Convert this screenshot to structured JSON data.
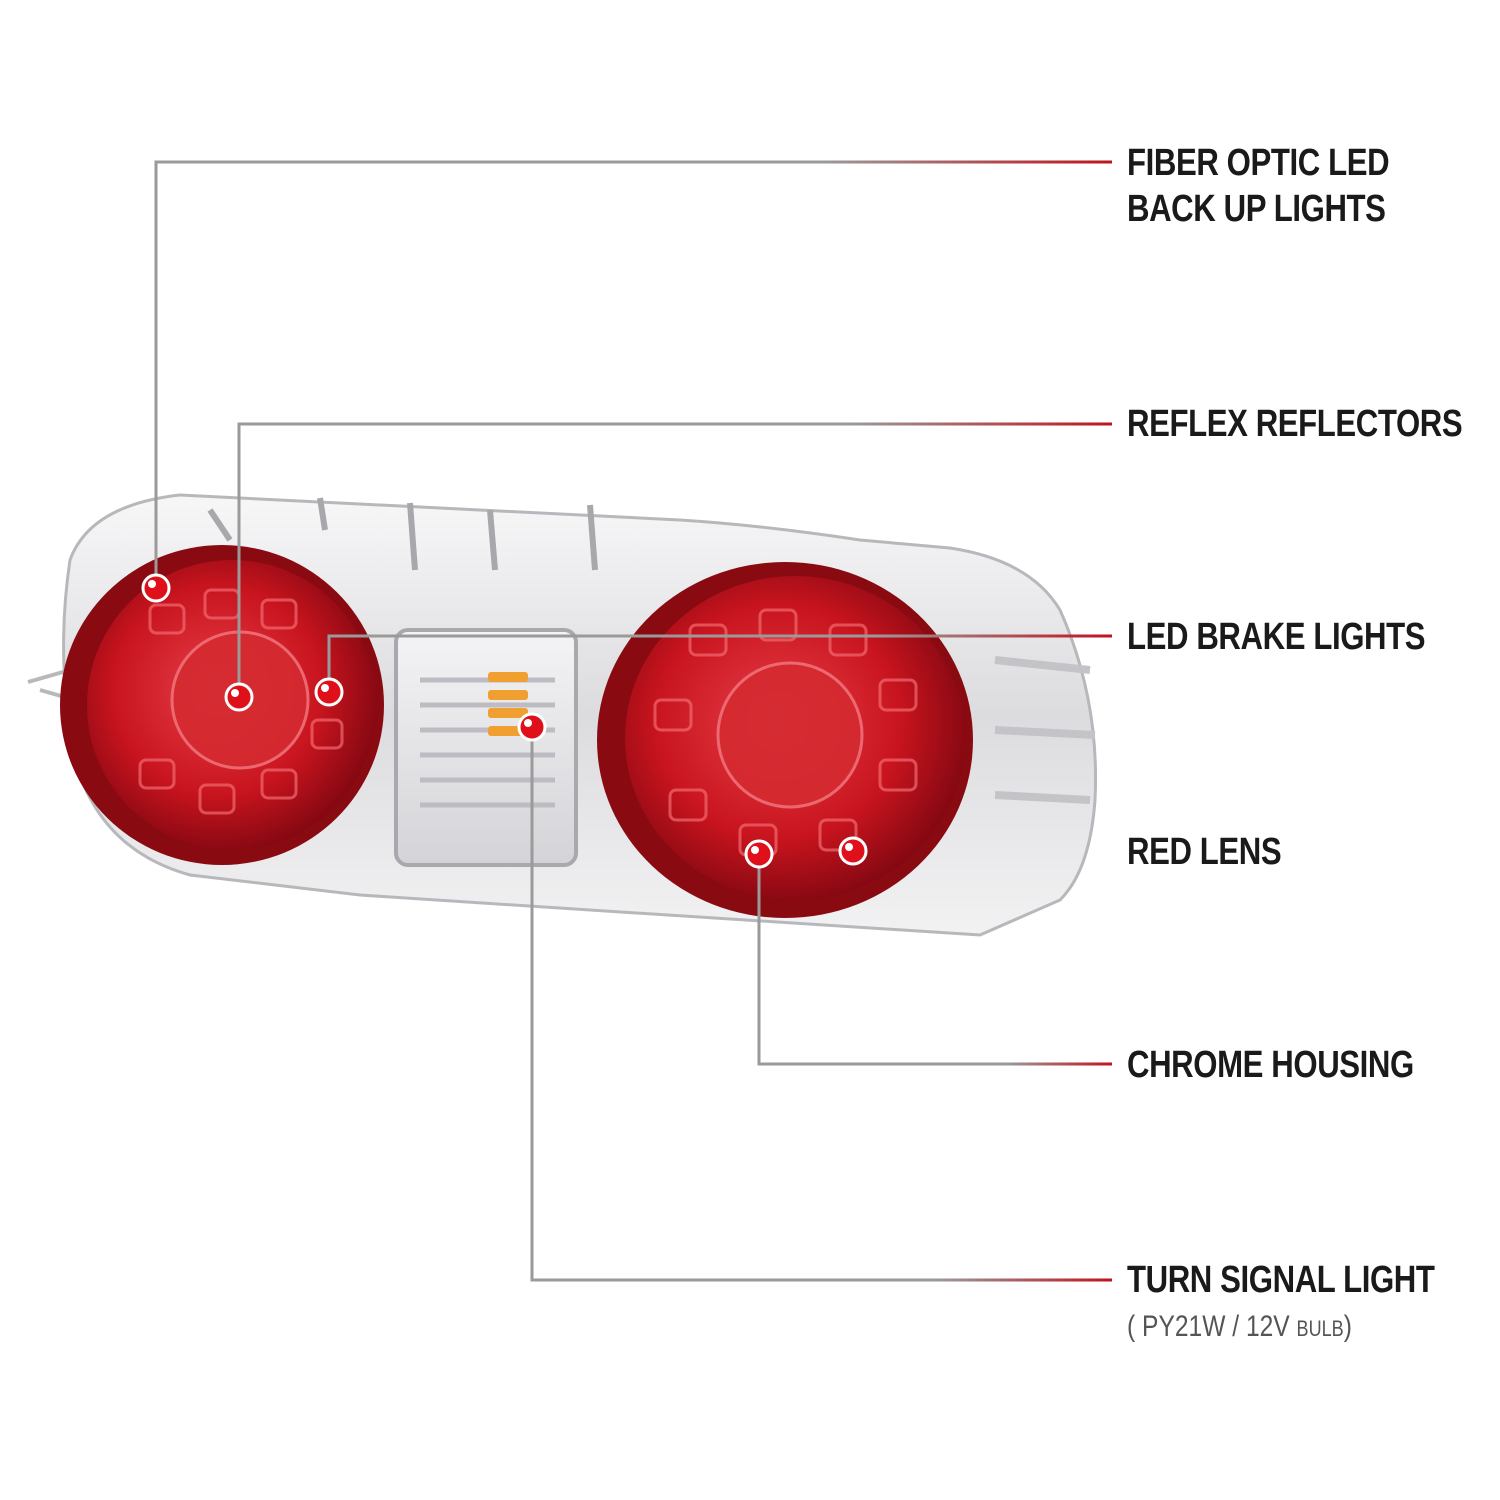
{
  "colors": {
    "leader_gray": "#9a9a9a",
    "leader_red": "#c0141c",
    "lens_red": "#c8141e",
    "lens_dark": "#8a0a12",
    "chrome": "#e6e6e8",
    "dot": "#e0101a"
  },
  "callouts": [
    {
      "id": "fiber-optic",
      "lines": [
        "FIBER OPTIC LED",
        "BACK UP LIGHTS"
      ]
    },
    {
      "id": "reflex",
      "lines": [
        "REFLEX REFLECTORS"
      ]
    },
    {
      "id": "brake",
      "lines": [
        "LED BRAKE LIGHTS"
      ]
    },
    {
      "id": "red-lens",
      "lines": [
        "RED LENS"
      ]
    },
    {
      "id": "chrome",
      "lines": [
        "CHROME HOUSING"
      ]
    },
    {
      "id": "turn-signal",
      "lines": [
        "TURN SIGNAL LIGHT"
      ]
    }
  ],
  "turn_signal_note": {
    "open": "(",
    "spec": "PY21W / 12V",
    "unit": "BULB",
    "close": ")"
  }
}
